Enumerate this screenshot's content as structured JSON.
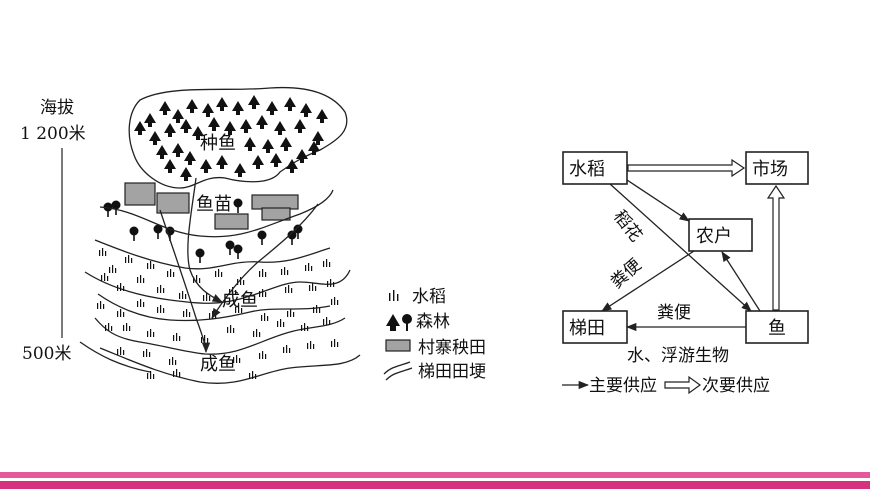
{
  "map": {
    "altitude_label": "海拔",
    "altitude_top": "1 200米",
    "altitude_bottom": "500米",
    "zone_labels": [
      "种鱼",
      "鱼苗",
      "成鱼",
      "成鱼"
    ]
  },
  "legend": {
    "items": [
      {
        "icon": "rice-icon",
        "label": "水稻"
      },
      {
        "icon": "forest-icon",
        "label": "森林"
      },
      {
        "icon": "village-field-icon",
        "label": "村寨秧田"
      },
      {
        "icon": "terrace-ridge-icon",
        "label": "梯田田埂"
      }
    ]
  },
  "flow": {
    "nodes": {
      "rice": "水稻",
      "market": "市场",
      "farmer": "农户",
      "terrace": "梯田",
      "fish": "鱼"
    },
    "edge_labels": {
      "rice_flower": "稻花",
      "manure_farmer": "粪便",
      "manure_fish": "粪便",
      "water_organisms": "水、浮游生物"
    },
    "key": {
      "primary": "主要供应",
      "secondary": "次要供应"
    }
  },
  "colors": {
    "band_pink": "#d6307f",
    "band_pink_light": "#e35a9a",
    "field_gray": "#a3a3a3"
  }
}
